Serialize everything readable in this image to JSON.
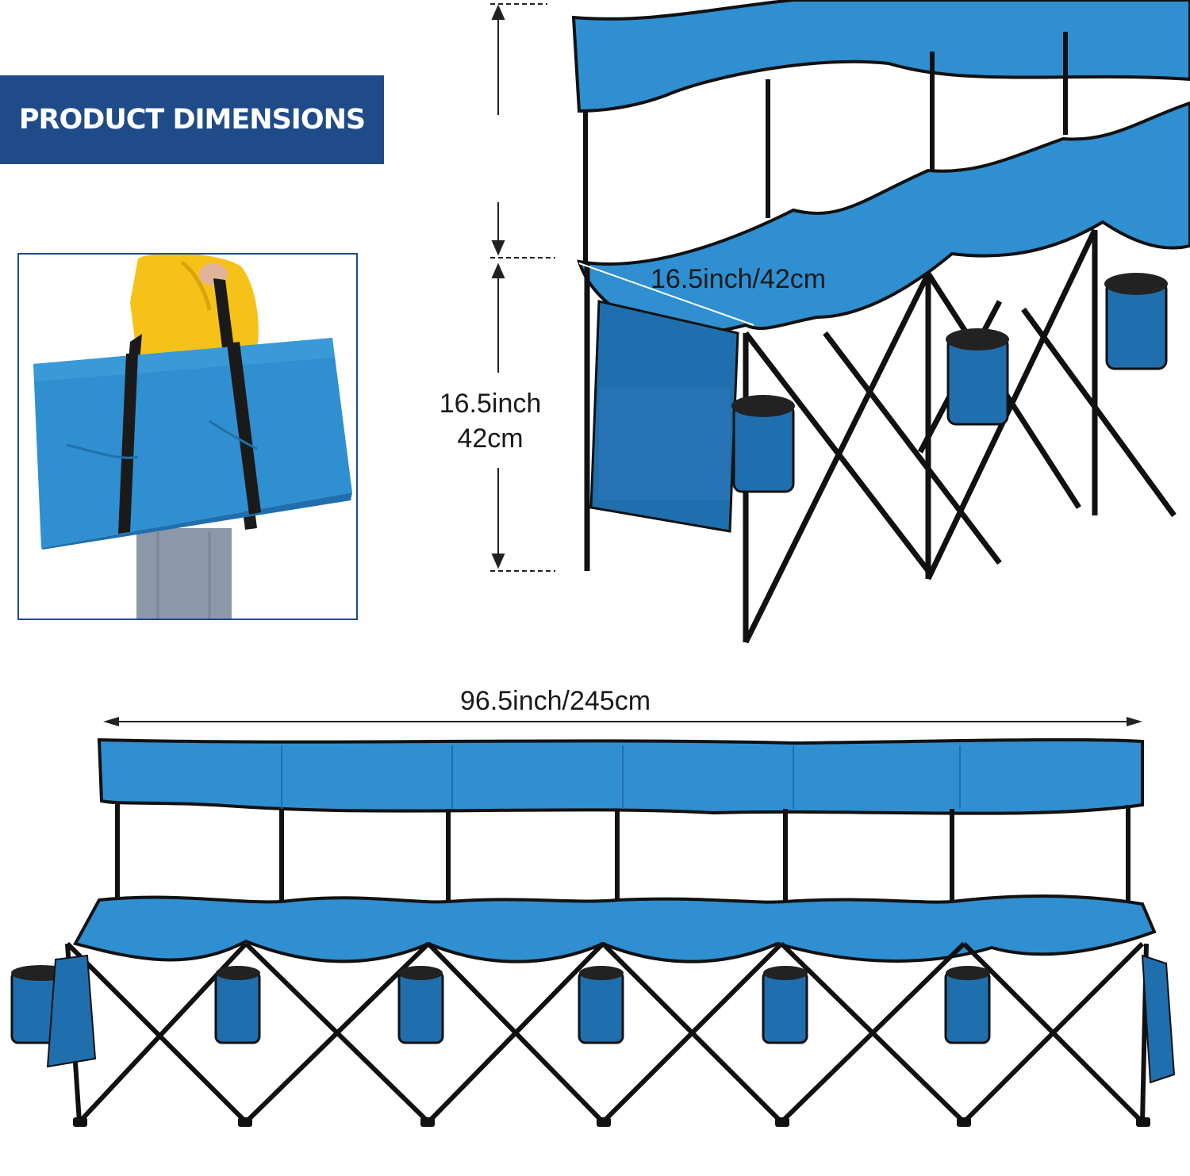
{
  "banner": {
    "title": "PRODUCT DIMENSIONS"
  },
  "dimensions": {
    "seat_depth": "16.5inch/42cm",
    "seat_height_in": "16.5inch",
    "seat_height_cm": "42cm",
    "total_width": "96.5inch/245cm"
  },
  "colors": {
    "banner": "#1f4b88",
    "fabric": "#2f8fd0",
    "fabric_dark": "#1f6fae",
    "frame": "#111111",
    "jacket": "#f6c21a"
  },
  "images": {
    "carry_bag": "person carrying folded bench in blue bag",
    "bench_side": "six-seat folding bench side view",
    "bench_front": "six-seat folding bench front view"
  }
}
